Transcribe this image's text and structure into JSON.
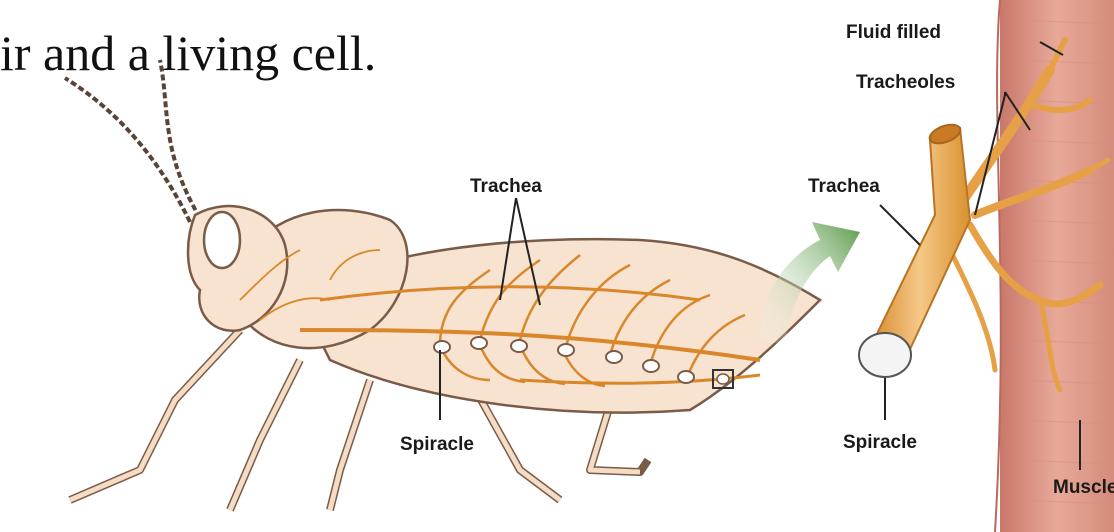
{
  "caption": "ir and a living cell.",
  "labels": {
    "trachea_insect": "Trachea",
    "spiracle_insect": "Spiracle",
    "fluid_filled": "Fluid filled",
    "tracheoles": "Tracheoles",
    "trachea_detail": "Trachea",
    "spiracle_detail": "Spiracle",
    "muscle": "Muscle"
  },
  "colors": {
    "body_fill": "#f7e3cf",
    "body_outline": "#7a5b48",
    "trachea": "#d9872a",
    "trachea_light": "#f1bd6e",
    "muscle": "#e2a08f",
    "arrow": "#6aa356"
  }
}
